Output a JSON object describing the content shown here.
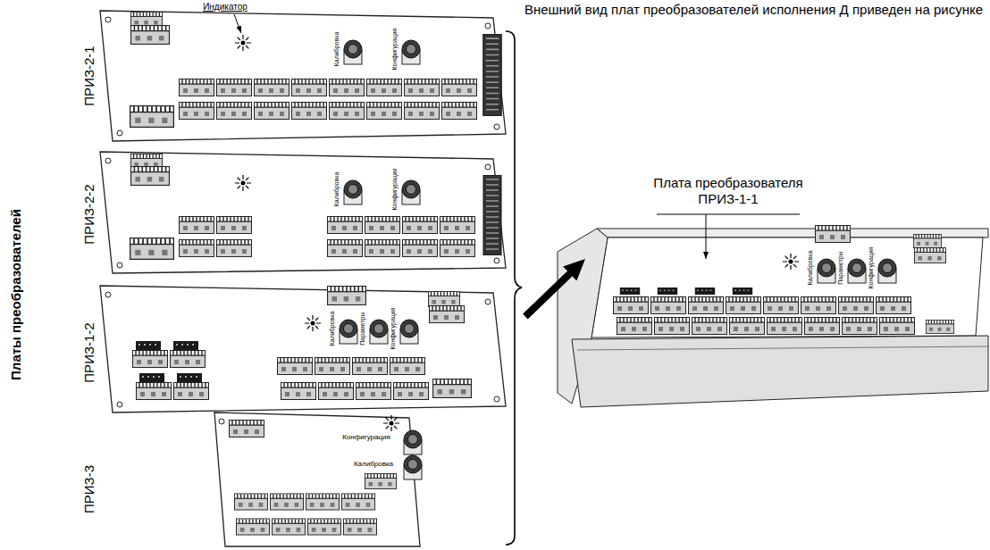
{
  "diagram": {
    "nodes": [
      {
        "text": [
          "Платы преобразователей"
        ]
      },
      {
        "text": [
          "ПРИЗ-2-1"
        ],
        "in": 0
      },
      {
        "text": [
          "ПРИЗ-2-2"
        ],
        "in": 0
      },
      {
        "text": [
          "ПРИЗ-1-2"
        ],
        "in": 0
      },
      {
        "text": [
          "ПРИЗ-3"
        ],
        "in": 0
      },
      {
        "text": [
          "Плата преобразователя ПРИЗ-1-1"
        ]
      }
    ],
    "edges": [
      {
        "from": 0,
        "to": 5,
        "arrow": "to"
      }
    ],
    "labels": [
      "Внешний вид плат преобразователей исполнения Д приведен на рисунке",
      "Индикатор",
      "Калибровка",
      "Конфигурация",
      "Калибровка",
      "Конфигурация",
      "Калибровка",
      "Параметры",
      "Конфигурация",
      "Конфигурация",
      "Калибровка",
      "Калибровка",
      "Параметры",
      "Конфигурация"
    ]
  }
}
